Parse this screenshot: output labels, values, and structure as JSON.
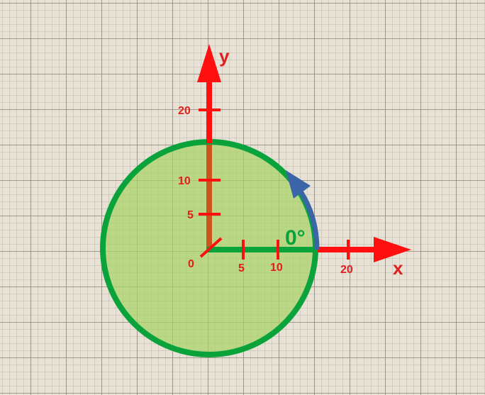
{
  "axes": {
    "x_label": "x",
    "y_label": "y",
    "origin_label": "0",
    "x_ticks": [
      "5",
      "10",
      "20"
    ],
    "y_ticks": [
      "5",
      "10",
      "20"
    ]
  },
  "angle": {
    "label": "0°"
  },
  "colors": {
    "axis": "#ff1010",
    "tick_text": "#e02020",
    "circle_stroke": "#0aa33b",
    "circle_fill": "#a8d46a",
    "radius_line": "#0aa33b",
    "y_overlap": "#c8561d",
    "rotation_arrow": "#3a66a8",
    "paper": "#e8e2d6",
    "grid_minor": "#b9b3a8",
    "grid_major": "#8f897f"
  }
}
